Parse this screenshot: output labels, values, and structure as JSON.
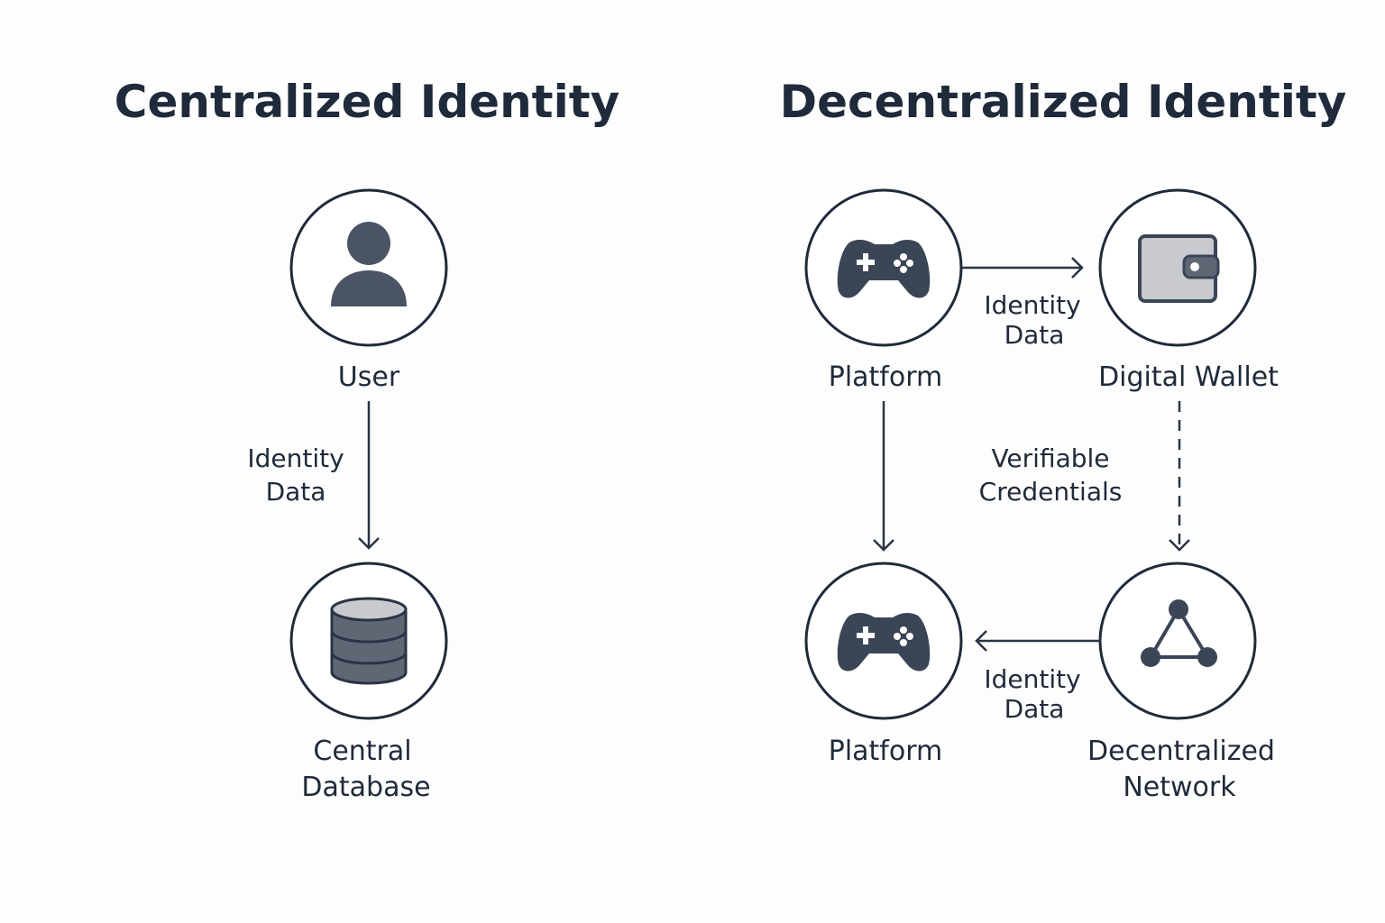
{
  "left": {
    "title": "Centralized Identity",
    "nodes": {
      "user": {
        "label": "User",
        "icon": "user-icon"
      },
      "database": {
        "label_line1": "Central",
        "label_line2": "Database",
        "icon": "database-icon"
      }
    },
    "edge": {
      "line1": "Identity",
      "line2": "Data"
    }
  },
  "right": {
    "title": "Decentralized Identity",
    "nodes": {
      "platform_top": {
        "label": "Platform",
        "icon": "gamepad-icon"
      },
      "wallet": {
        "label": "Digital Wallet",
        "icon": "wallet-icon"
      },
      "platform_bottom": {
        "label": "Platform",
        "icon": "gamepad-icon"
      },
      "network": {
        "label_line1": "Decentralized",
        "label_line2": "Network",
        "icon": "network-triangle-icon"
      }
    },
    "edges": {
      "platform_to_wallet": {
        "line1": "Identity",
        "line2": "Data"
      },
      "credentials": {
        "line1": "Verifiable",
        "line2": "Credentials"
      },
      "network_to_platform": {
        "line1": "Identity",
        "line2": "Data"
      }
    }
  },
  "colors": {
    "ink": "#1f2a3a",
    "icon_dark": "#3a4556",
    "icon_mid": "#5f6775",
    "icon_light": "#c8cacf"
  }
}
